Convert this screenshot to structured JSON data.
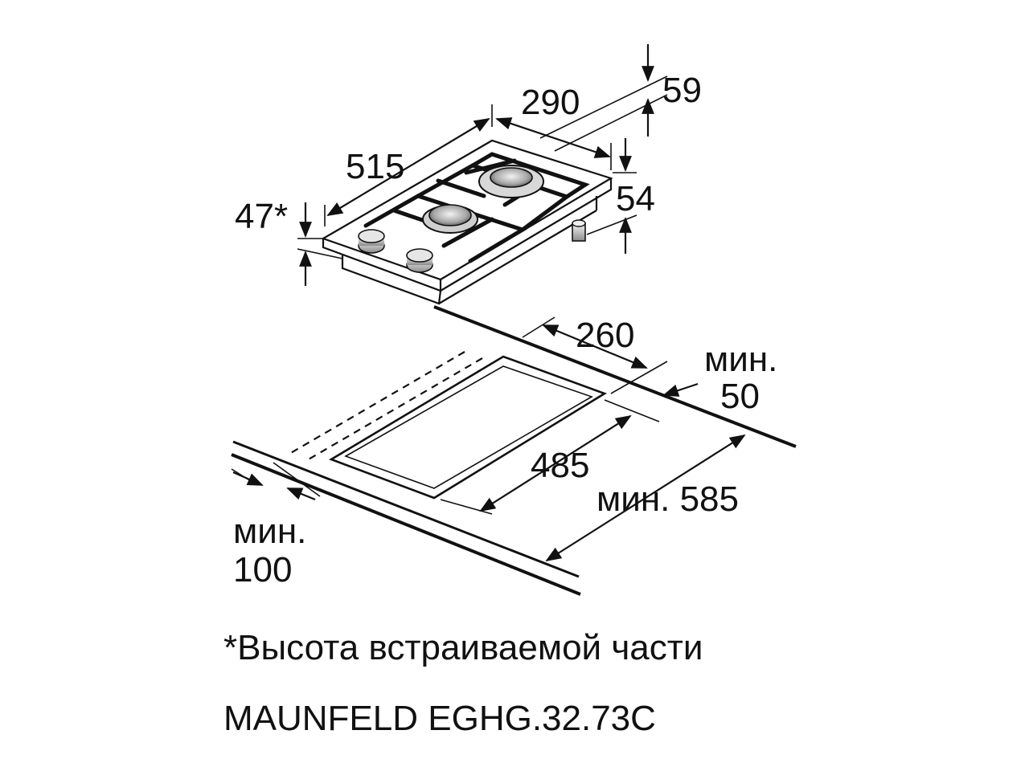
{
  "dimensions": {
    "width_top": "290",
    "depth_top": "515",
    "height_top": "59",
    "side_height": "54",
    "built_in_height": "47*",
    "cutout_width": "260",
    "cutout_depth": "485",
    "min_right_label": "мин.",
    "min_right_value": "50",
    "min_depth_label": "мин. 585",
    "min_front_label": "мин.",
    "min_front_value": "100"
  },
  "footnote": "*Высота встраиваемой части",
  "model": "MAUNFELD EGHG.32.73C"
}
